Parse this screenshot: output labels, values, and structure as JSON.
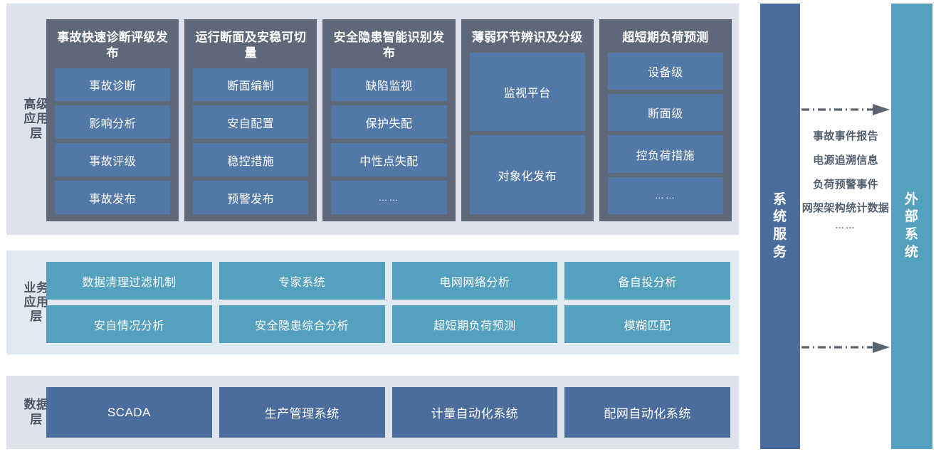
{
  "layers": [
    {
      "id": "advanced-application-layer",
      "label": "高级应用层",
      "columns": [
        {
          "title": "事故快速诊断评级发布",
          "items": [
            "事故诊断",
            "影响分析",
            "事故评级",
            "事故发布"
          ]
        },
        {
          "title": "运行断面及安稳可切量",
          "items": [
            "断面编制",
            "安自配置",
            "稳控措施",
            "预警发布"
          ]
        },
        {
          "title": "安全隐患智能识别发布",
          "items": [
            "缺陷监视",
            "保护失配",
            "中性点失配",
            "……"
          ]
        },
        {
          "title": "薄弱环节辨识及分级",
          "items": [
            "监视平台",
            "对象化发布"
          ]
        },
        {
          "title": "超短期负荷预测",
          "items": [
            "设备级",
            "断面级",
            "控负荷措施",
            "……"
          ]
        }
      ]
    },
    {
      "id": "business-application-layer",
      "label": "业务应用层",
      "items": [
        "数据清理过滤机制",
        "专家系统",
        "电网网络分析",
        "备自投分析",
        "安自情况分析",
        "安全隐患综合分析",
        "超短期负荷预测",
        "模糊匹配"
      ]
    },
    {
      "id": "data-layer",
      "label": "数据层",
      "items": [
        "SCADA",
        "生产管理系统",
        "计量自动化系统",
        "配网自动化系统"
      ]
    }
  ],
  "right": {
    "system_service_label": "系统服务",
    "external_system_label": "外部系统",
    "flow_labels": [
      "事故事件报告",
      "电源追溯信息",
      "负荷预警事件",
      "网架架构统计数据"
    ],
    "flow_dots": "……",
    "arrow_top_name": "arrow-to-external-top",
    "arrow_bottom_name": "arrow-to-external-bottom"
  },
  "colors": {
    "panel_bg_grey": "#dde2ec",
    "panel_bg_teal": "#dfeaf1",
    "column_dark": "#5e6878",
    "box_blue": "#5278a8",
    "box_teal": "#53a0bf",
    "box_navy": "#4a6d9e",
    "arrow": "#5a6472",
    "label_text": "#4b5563"
  }
}
